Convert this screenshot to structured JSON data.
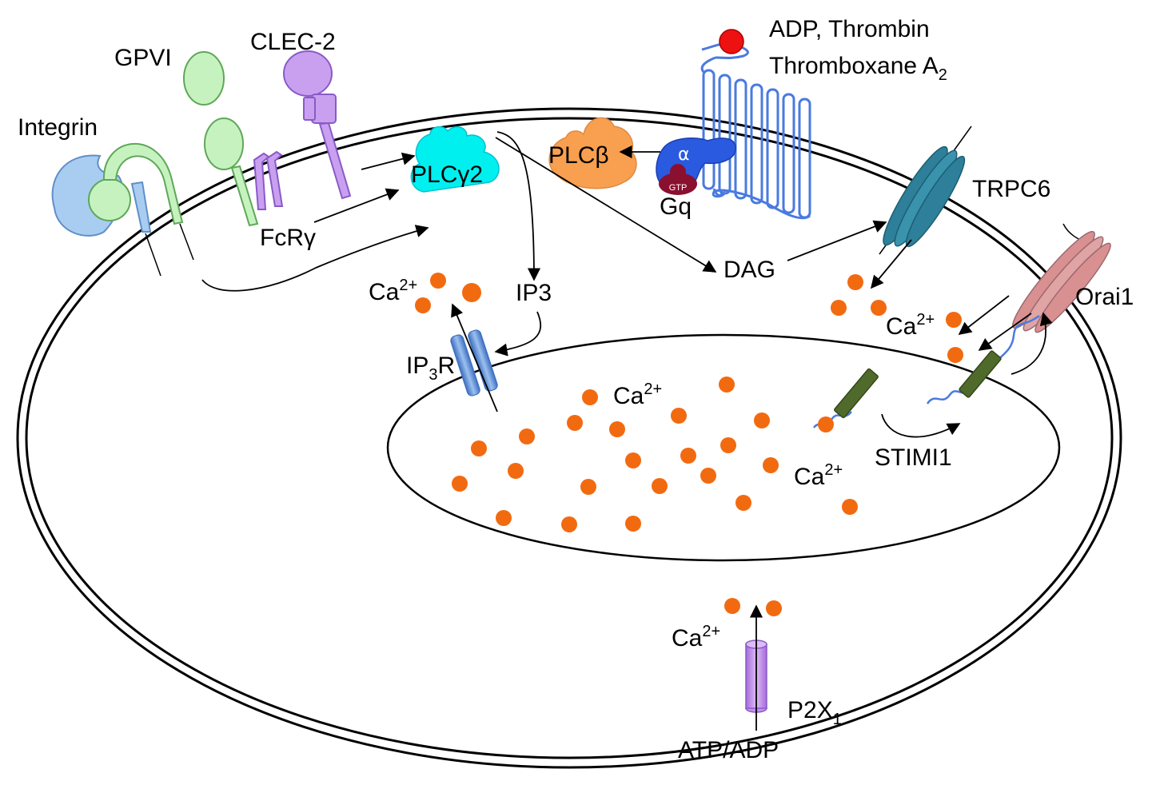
{
  "labels": {
    "integrin": "Integrin",
    "gpvi": "GPVI",
    "clec2": "CLEC-2",
    "fcry": "FcRγ",
    "plcg2": "PLCγ2",
    "plcb": "PLCβ",
    "alpha": "α",
    "gtp": "GTP",
    "gq": "Gq",
    "agonist_line1": "ADP, Thrombin",
    "agonist_line2": "Thromboxane A",
    "agonist_line2_sub": "2",
    "trpc6": "TRPC6",
    "orai1": "Orai1",
    "dag": "DAG",
    "ip3": "IP3",
    "ip3r": "IP",
    "ip3r_sub": "3",
    "ip3r_tail": "R",
    "stim1": "STIMI1",
    "atp_adp": "ATP/ADP",
    "p2x1": "P2X",
    "p2x1_sub": "1",
    "ca": "Ca",
    "ca_charge": "2+"
  },
  "colors": {
    "membrane": "#000000",
    "calcium": "#f26a10",
    "integrin_blue": "#a9cdf0",
    "integrin_green": "#c6f2c0",
    "gpvi_green": "#c6f2c0",
    "clec2_purple": "#c9a0f0",
    "plcg2_cyan": "#00f0f0",
    "plcb_orange": "#f8a050",
    "gq_blue": "#2a5ae0",
    "gtp_maroon": "#8a1030",
    "gpcr_blue": "#4a7ae0",
    "agonist_red": "#ee1111",
    "trpc6_teal": "#2e7f99",
    "orai1_pink": "#d99090",
    "stim1_green": "#4f6a2a",
    "ip3r_blue": "#5b8fd8",
    "p2x1_violet": "#c490ee"
  }
}
